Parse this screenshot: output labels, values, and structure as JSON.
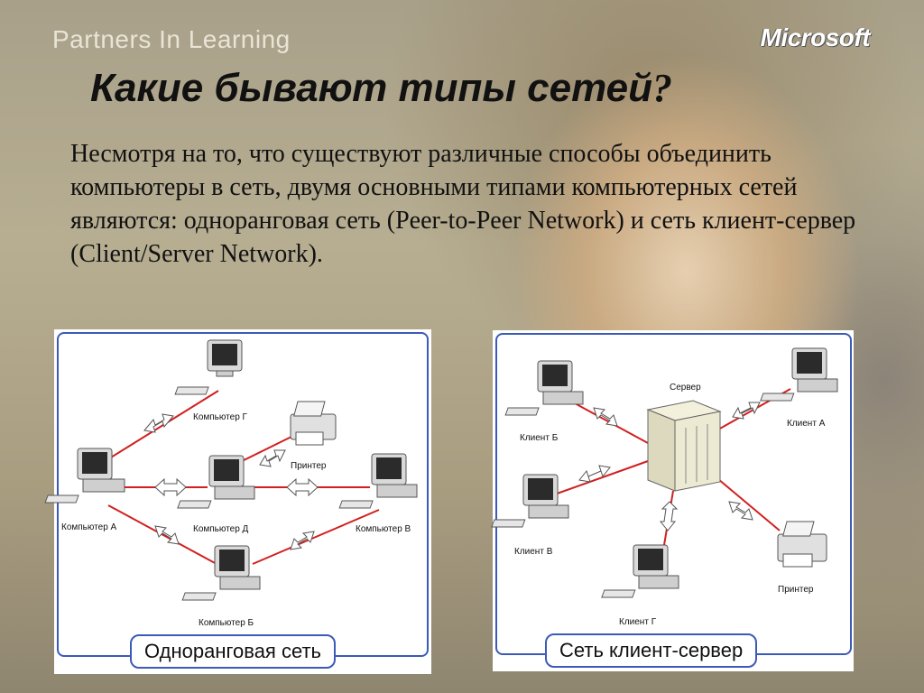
{
  "header": {
    "brand": "Partners In Learning",
    "logo": "Microsoft"
  },
  "title": {
    "text": "Какие бывают типы сетей",
    "qmark": "?"
  },
  "intro": "Несмотря на то, что существуют  различные способы объединить компьютеры в сеть, двумя основными типами компьютерных сетей являются: одноранговая сеть (Peer-to-Peer Network) и  сеть клиент-сервер (Client/Server Network).",
  "peer_diagram": {
    "caption": "Одноранговая сеть",
    "labels": {
      "comp_g": "Компьютер Г",
      "printer": "Принтер",
      "comp_a": "Компьютер А",
      "comp_d": "Компьютер Д",
      "comp_v": "Компьютер В",
      "comp_b": "Компьютер Б"
    }
  },
  "client_server_diagram": {
    "caption": "Сеть клиент-сервер",
    "labels": {
      "server": "Сервер",
      "client_b": "Клиент Б",
      "client_a": "Клиент А",
      "client_v": "Клиент В",
      "client_g": "Клиент Г",
      "printer": "Принтер"
    }
  },
  "colors": {
    "link": "#d21f1f",
    "frame": "#3c5bb8"
  }
}
